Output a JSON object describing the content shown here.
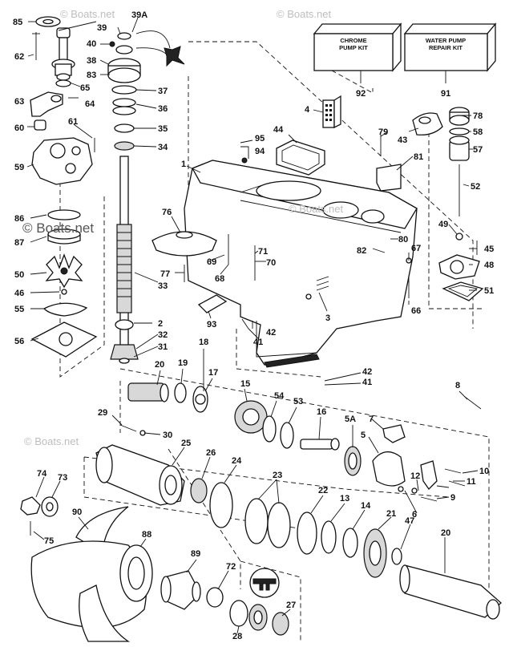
{
  "watermarks": {
    "primary": "© Boats.net",
    "faint": "© Boats.net"
  },
  "kits": {
    "chrome_pump_kit": "CHROME\nPUMP KIT",
    "water_pump_repair_kit": "WATER PUMP\nREPAIR KIT"
  },
  "callouts": [
    "85",
    "39",
    "39A",
    "40",
    "38",
    "83",
    "65",
    "62",
    "37",
    "36",
    "35",
    "34",
    "63",
    "64",
    "60",
    "61",
    "59",
    "1",
    "4",
    "44",
    "95",
    "94",
    "92",
    "91",
    "78",
    "58",
    "79",
    "43",
    "57",
    "81",
    "52",
    "86",
    "87",
    "50",
    "46",
    "55",
    "56",
    "76",
    "69",
    "71",
    "70",
    "68",
    "77",
    "33",
    "80",
    "82",
    "67",
    "49",
    "45",
    "48",
    "51",
    "66",
    "2",
    "32",
    "31",
    "93",
    "3",
    "42",
    "41",
    "18",
    "19",
    "20",
    "17",
    "15",
    "54",
    "53",
    "42",
    "41",
    "8",
    "16",
    "5A",
    "7",
    "5",
    "29",
    "30",
    "25",
    "26",
    "24",
    "23",
    "22",
    "13",
    "14",
    "21",
    "47",
    "10",
    "11",
    "12",
    "9",
    "6",
    "74",
    "73",
    "75",
    "90",
    "88",
    "89",
    "72",
    "28",
    "27",
    "20"
  ]
}
